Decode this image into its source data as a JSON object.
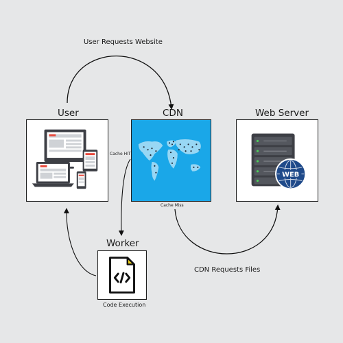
{
  "flows": {
    "user_requests_website": "User Requests Website",
    "cdn_requests_files": "CDN Requests Files"
  },
  "nodes": {
    "user": {
      "title": "User",
      "icon": "multi-device-icon"
    },
    "cdn": {
      "title": "CDN",
      "icon": "world-map-icon",
      "cache_hit": "Cache HIT",
      "cache_miss": "Cache Miss",
      "background_color": "#1aa7e8"
    },
    "web_server": {
      "title": "Web Server",
      "icon": "server-web-globe-icon",
      "badge": "WEB"
    },
    "worker": {
      "title": "Worker",
      "icon": "code-file-icon",
      "caption": "Code Execution"
    }
  },
  "colors": {
    "background": "#e6e7e8",
    "accent_red": "#e8473a",
    "cdn_blue": "#1aa7e8",
    "server_dark": "#3d3f45",
    "globe_blue": "#1f4a8a",
    "file_yellow": "#f0d21a"
  }
}
